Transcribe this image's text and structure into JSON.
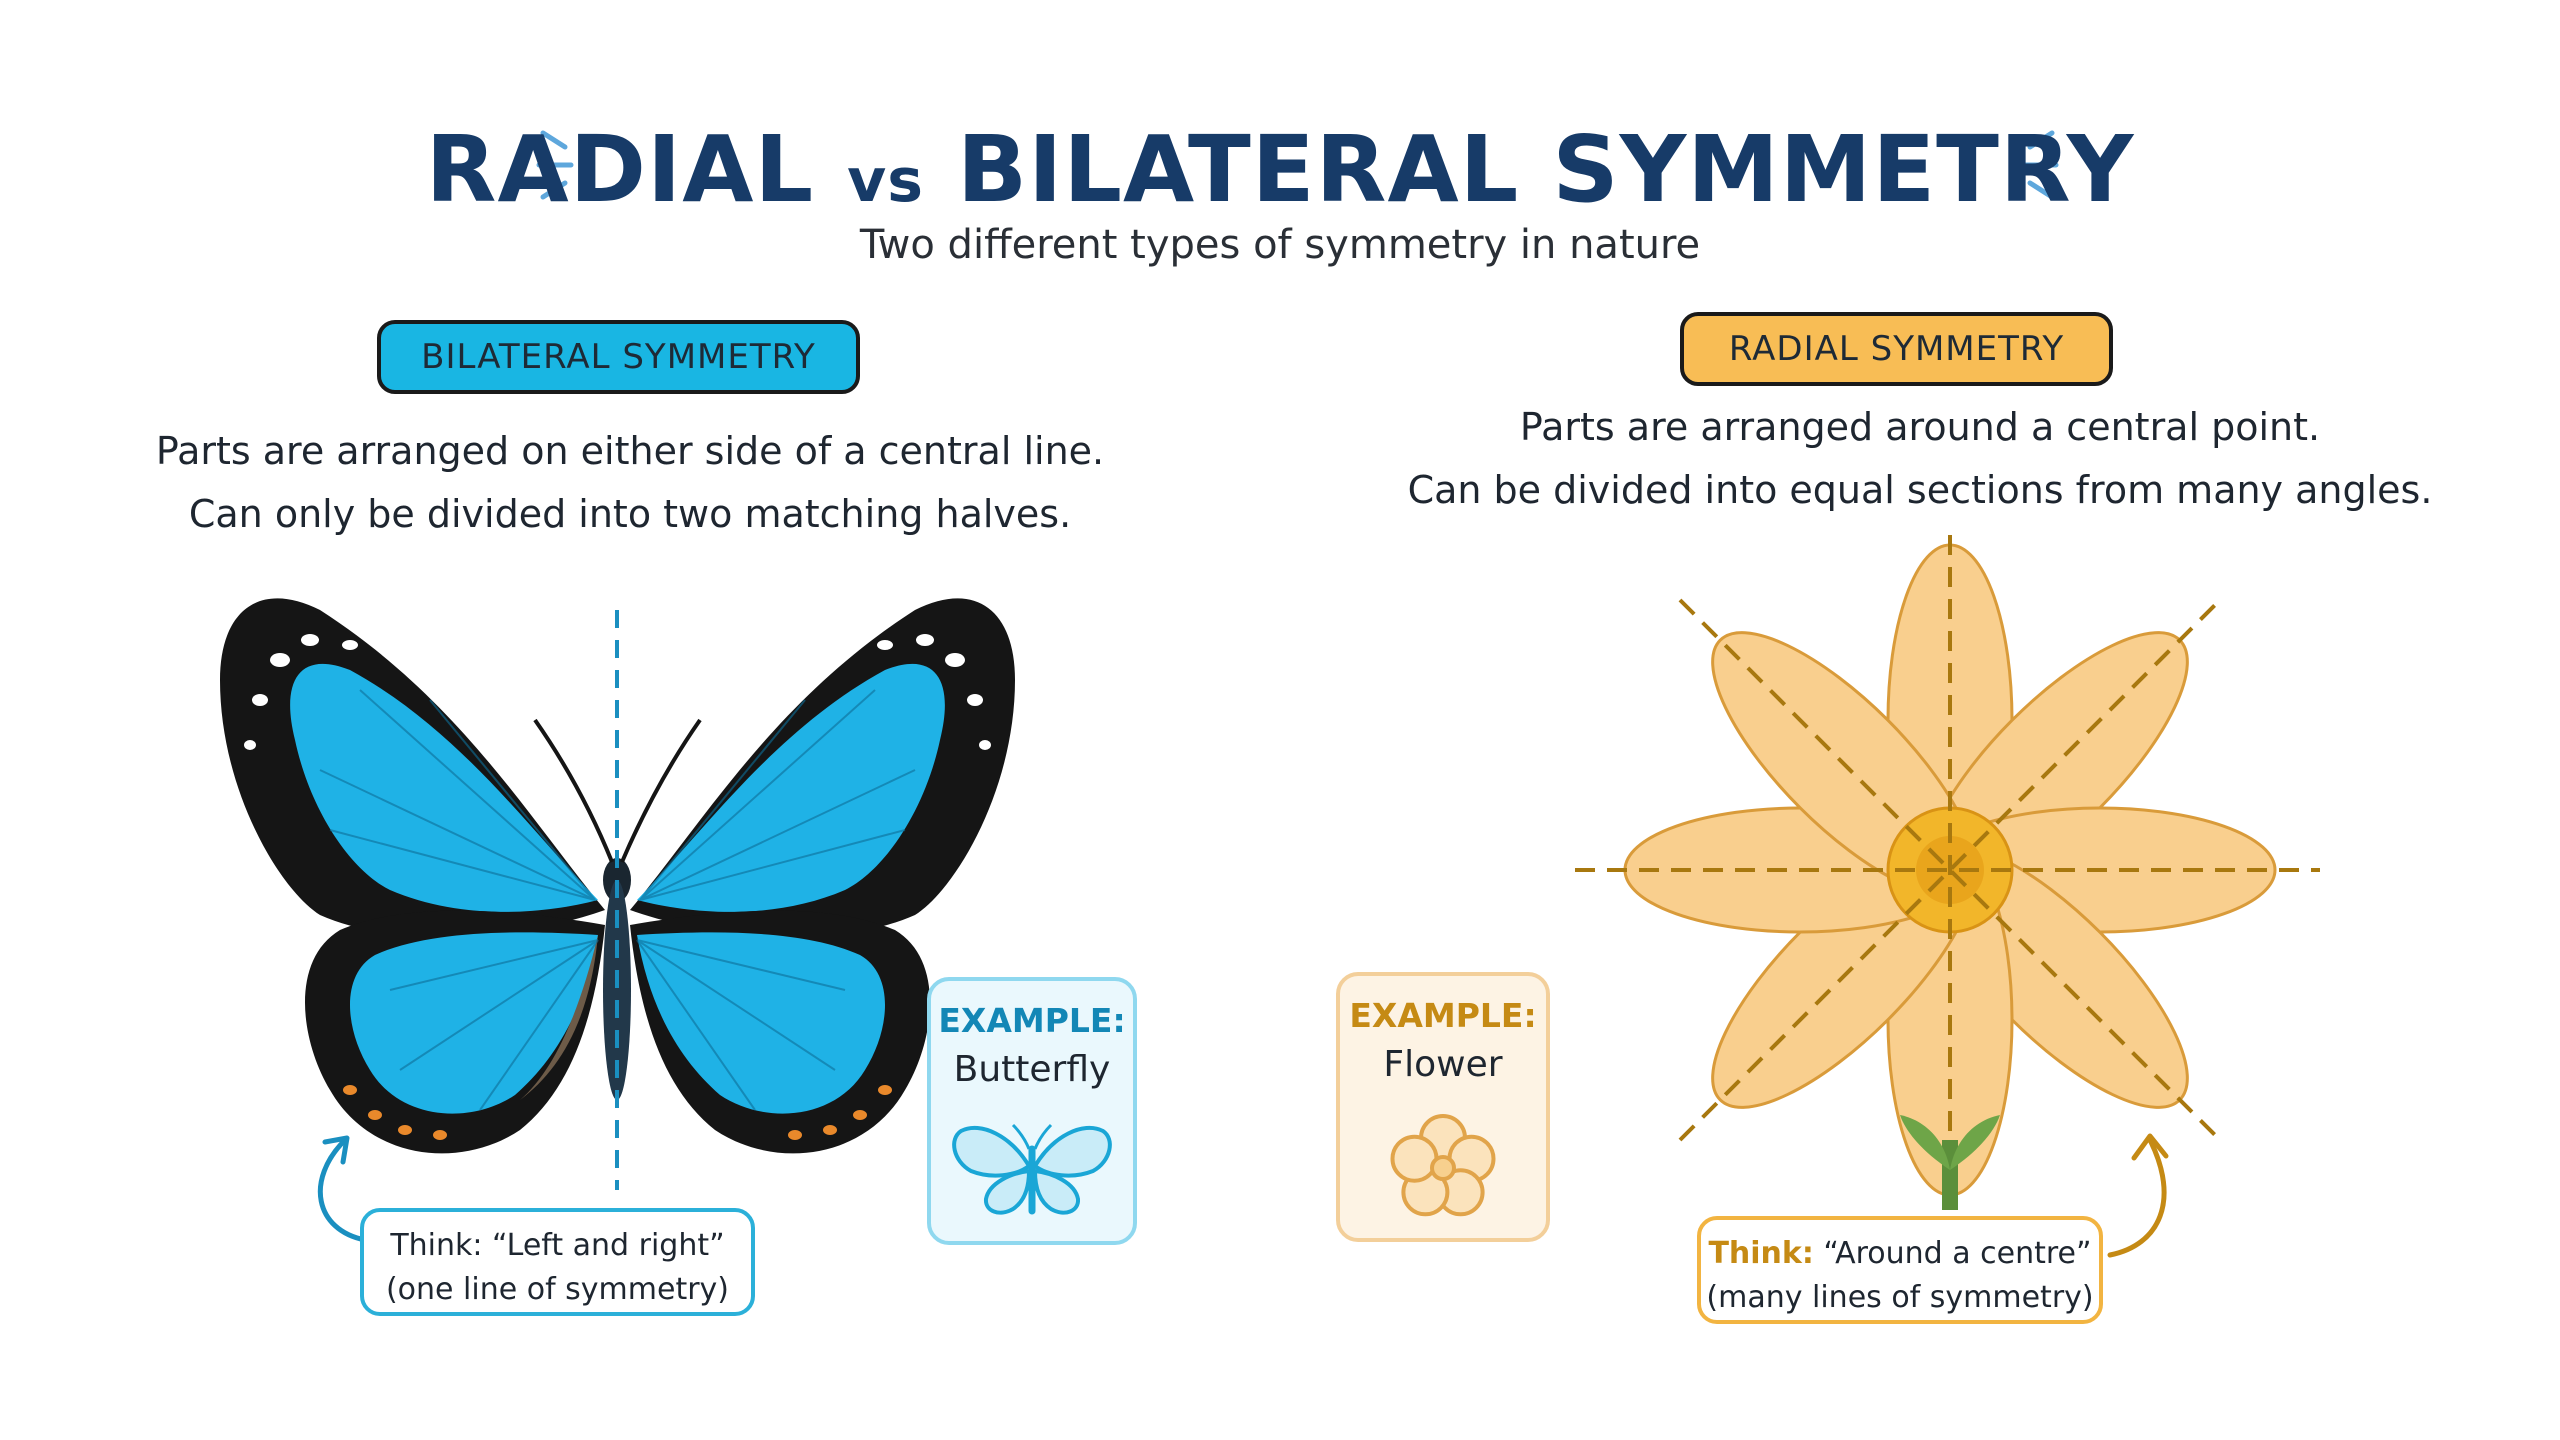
{
  "header": {
    "title_left": "RADIAL",
    "title_vs": "vs",
    "title_right": "BILATERAL SYMMETRY",
    "subtitle": "Two different types of symmetry in nature"
  },
  "bilateral": {
    "badge": "BILATERAL SYMMETRY",
    "description": [
      "Parts are arranged on either side of a central line.",
      "Can only be divided into two matching halves."
    ],
    "example_label": "EXAMPLE:",
    "example_name": "Butterfly",
    "think_line1": "Think: “Left and right”",
    "think_line2": "(one line of symmetry)"
  },
  "radial": {
    "badge": "RADIAL SYMMETRY",
    "description": [
      "Parts are arranged around a central point.",
      "Can be divided into equal sections from many angles."
    ],
    "example_label": "EXAMPLE:",
    "example_name": "Flower",
    "think_key": "Think:",
    "think_line1_rest": " “Around a centre”",
    "think_line2": "(many lines of symmetry)"
  },
  "colors": {
    "title": "#173b68",
    "bilateral_accent": "#19b6e3",
    "radial_accent": "#f8bd55",
    "symmetry_line_bilateral": "#1a8fc0",
    "symmetry_line_radial": "#a8780f"
  }
}
